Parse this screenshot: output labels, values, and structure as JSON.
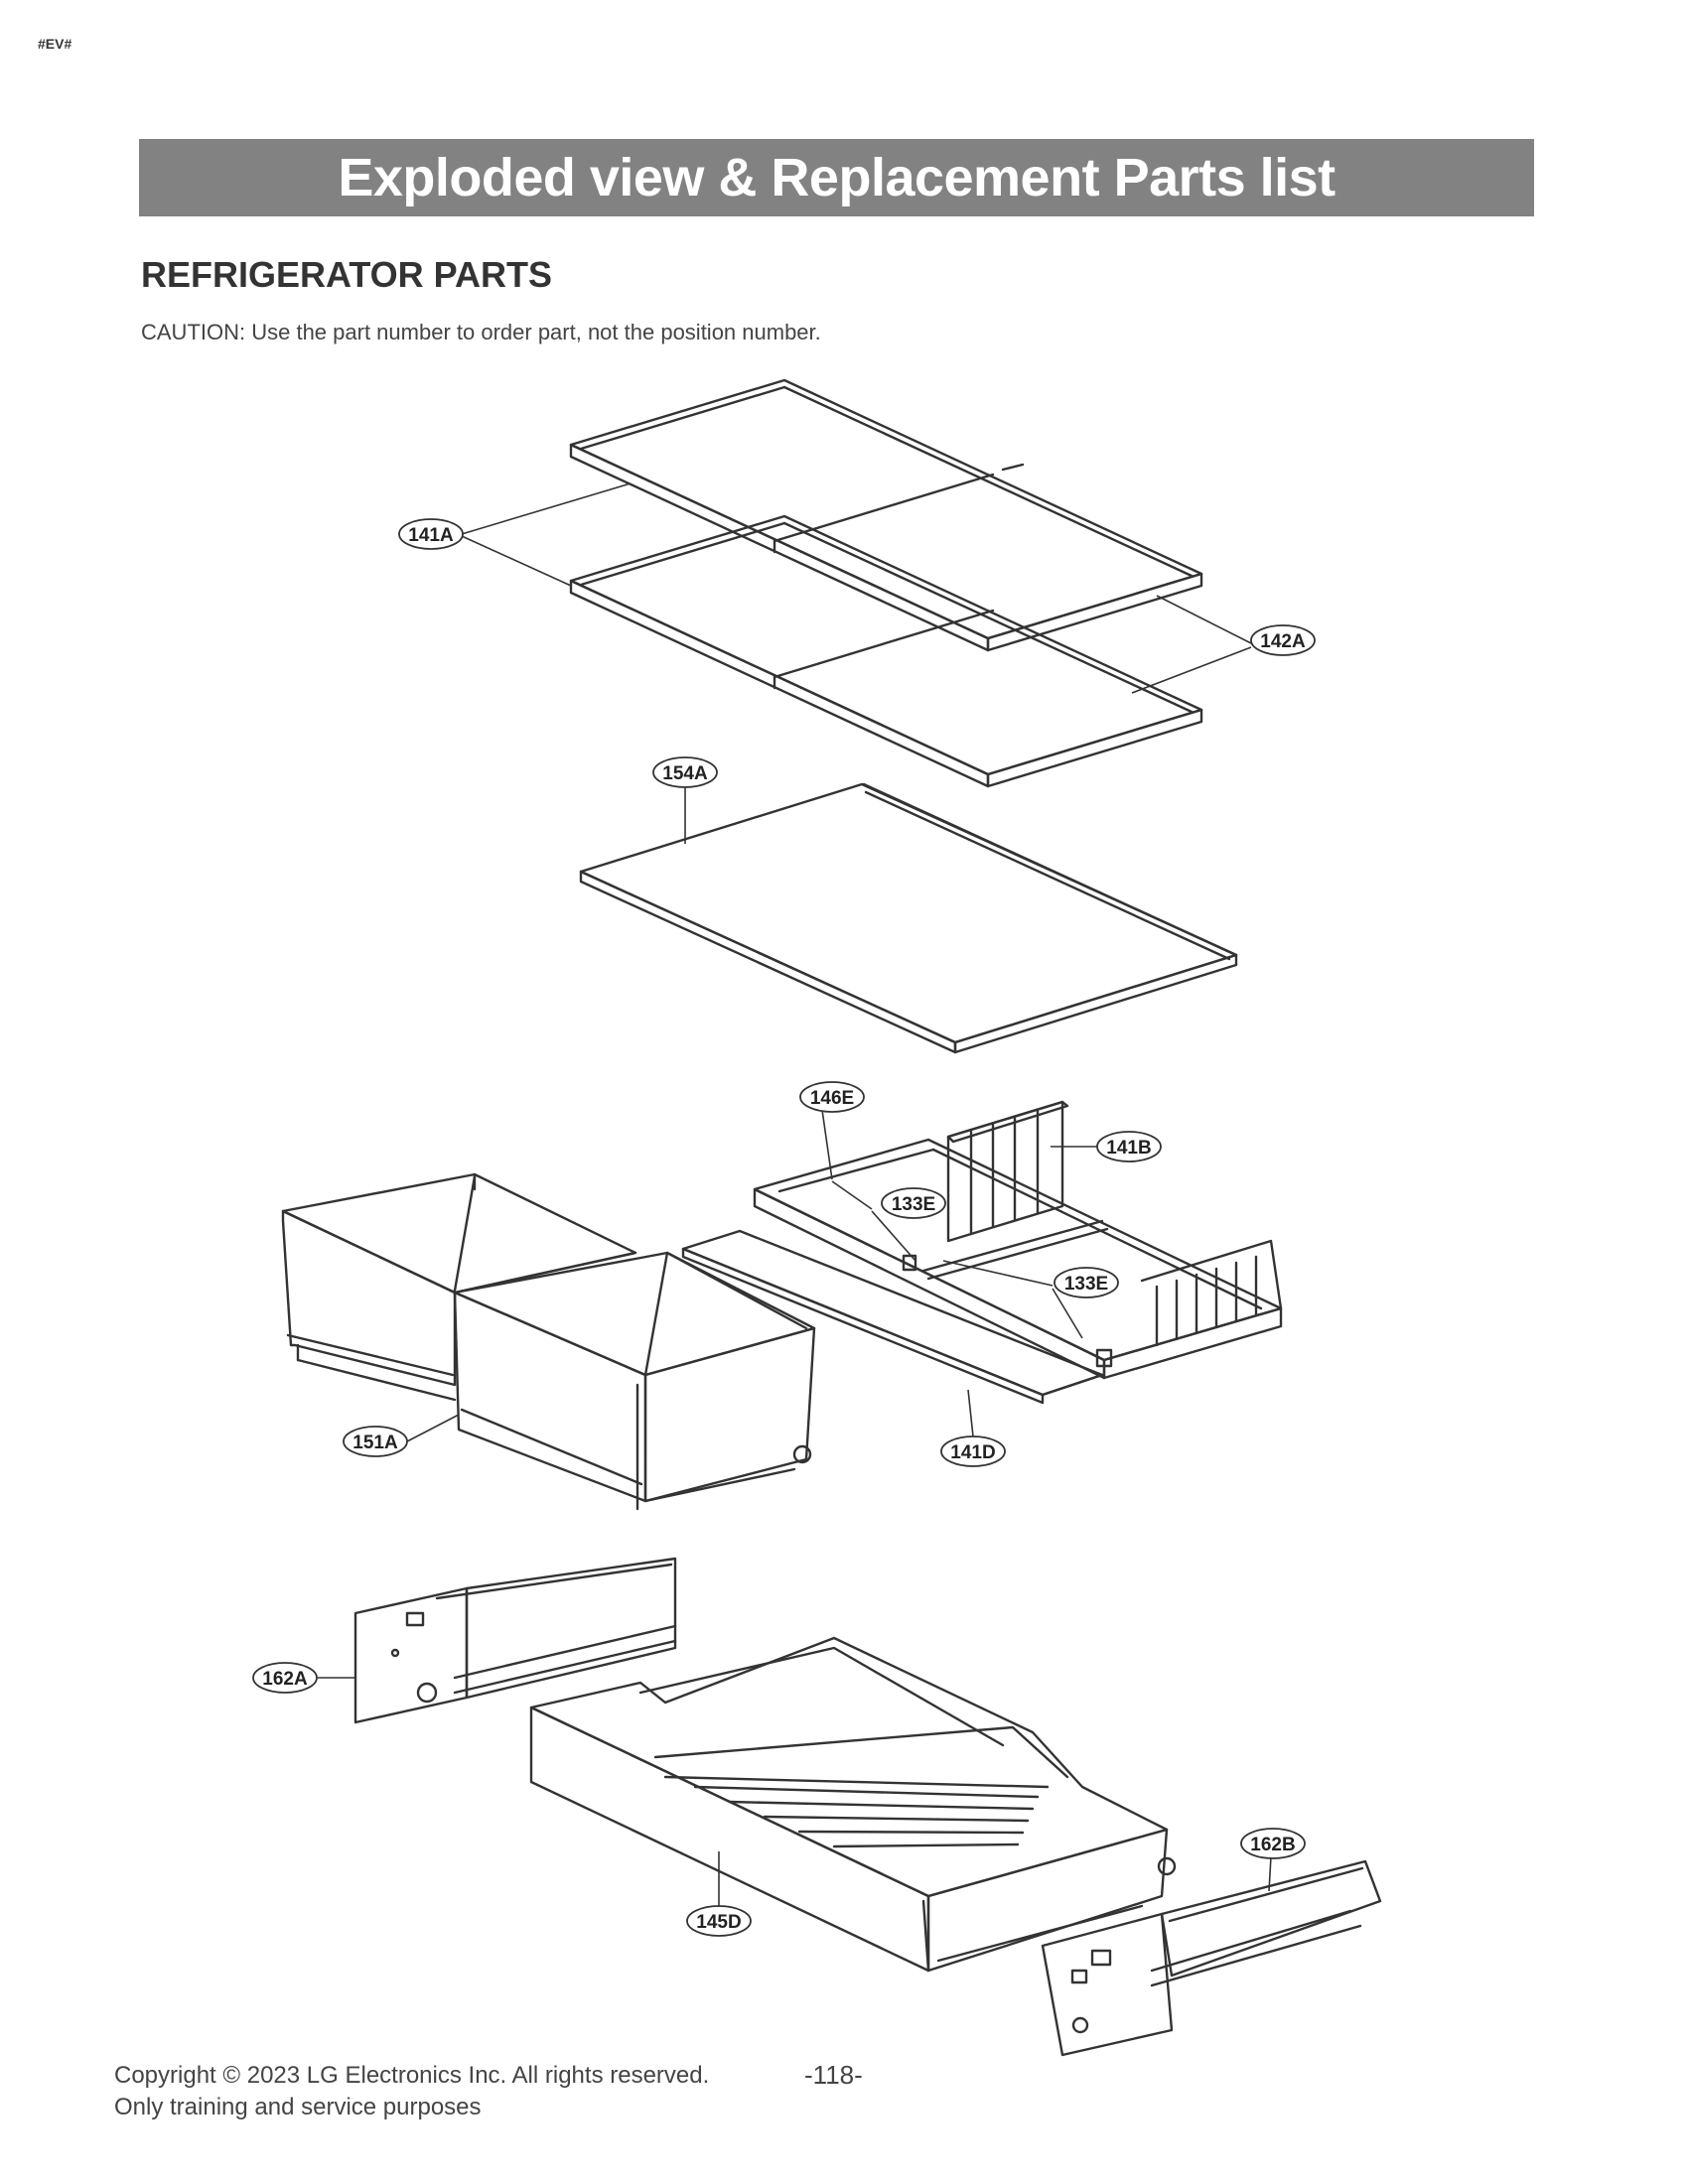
{
  "doc_tag": "#EV#",
  "header": {
    "title": "Exploded view & Replacement Parts list"
  },
  "section": {
    "title": "REFRIGERATOR PARTS",
    "caution": "CAUTION: Use the part number to order part, not the position number."
  },
  "callouts": {
    "c141A": "141A",
    "c142A": "142A",
    "c154A": "154A",
    "c146E": "146E",
    "c141B": "141B",
    "c133E_1": "133E",
    "c133E_2": "133E",
    "c151A": "151A",
    "c141D": "141D",
    "c162A": "162A",
    "c162B": "162B",
    "c145D": "145D"
  },
  "footer": {
    "copyright": "Copyright © 2023 LG Electronics Inc. All rights reserved.",
    "purpose": "Only training and service purposes",
    "page_number": "-118-"
  }
}
